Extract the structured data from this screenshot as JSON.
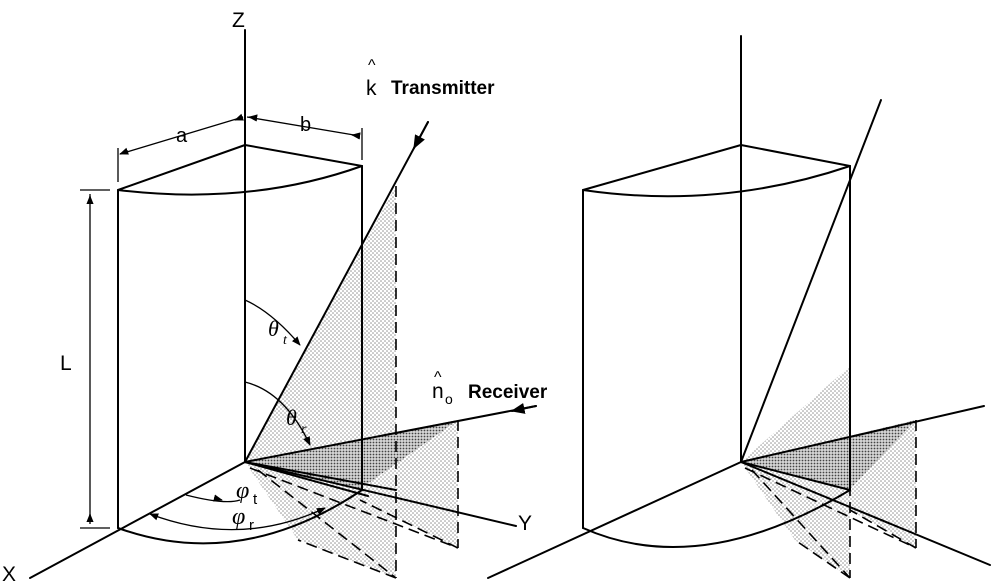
{
  "labels": {
    "z_axis": "Z",
    "x_axis": "X",
    "y_axis": "Y",
    "dim_a": "a",
    "dim_b": "b",
    "dim_L": "L",
    "k_hat_symbol": "k",
    "hat_mark": "^",
    "transmitter": "Transmitter",
    "n_hat_symbol": "n",
    "n_subscript": "o",
    "receiver": "Receiver",
    "theta": "θ",
    "theta_t_sub": "t",
    "theta_r_sub": "r",
    "phi": "φ",
    "phi_t_sub": "t",
    "phi_r_sub": "r"
  },
  "colors": {
    "ink": "#000000",
    "background": "#ffffff",
    "stipple_light": "#b8b8b8",
    "stipple_dark": "#6e6e6e"
  }
}
